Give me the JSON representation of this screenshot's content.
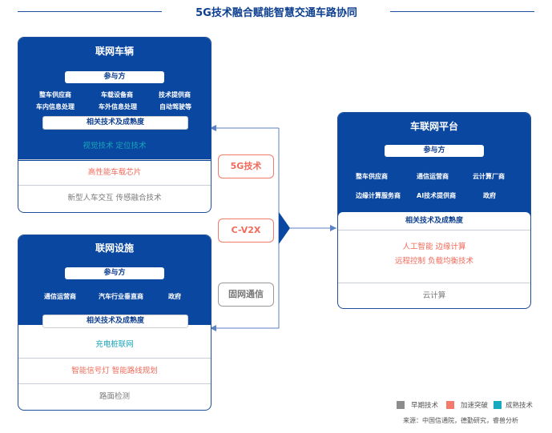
{
  "title": "5G技术融合赋能智慧交通车路协同",
  "vehicle": {
    "title": "联网车辆",
    "participants_label": "参与方",
    "roles": [
      "整车供应商",
      "车载设备商",
      "技术提供商",
      "车内信息处理",
      "车外信息处理",
      "自动驾驶等"
    ],
    "tech_label": "相关技术及成熟度",
    "rows": [
      {
        "text": "视觉技术  定位技术",
        "level": "mature"
      },
      {
        "text": "高性能车载芯片",
        "level": "accelerating"
      },
      {
        "text": "新型人车交互  传感融合技术",
        "level": "early"
      }
    ]
  },
  "infra": {
    "title": "联网设施",
    "participants_label": "参与方",
    "roles": [
      "通信运营商",
      "汽车行业垂直商",
      "政府"
    ],
    "tech_label": "相关技术及成熟度",
    "rows": [
      {
        "text": "充电桩联网",
        "level": "mature"
      },
      {
        "text": "智能信号灯  智能路线规划",
        "level": "accelerating"
      },
      {
        "text": "路面检测",
        "level": "early"
      }
    ]
  },
  "platform": {
    "title": "车联网平台",
    "participants_label": "参与方",
    "roles": [
      "整车供应商",
      "通信运营商",
      "云计算厂商",
      "边缘计算服务商",
      "AI技术提供商",
      "政府"
    ],
    "tech_label": "相关技术及成熟度",
    "rows": [
      {
        "text": "人工智能  边缘计算",
        "level": "accelerating"
      },
      {
        "text": "远程控制  负载均衡技术",
        "level": "accelerating"
      },
      {
        "text": "云计算",
        "level": "early"
      }
    ]
  },
  "connectors": [
    "5G技术",
    "C-V2X",
    "固网通信"
  ],
  "legend": [
    {
      "label": "早期技术",
      "color": "#8c8c8c"
    },
    {
      "label": "加速突破",
      "color": "#f47a6c"
    },
    {
      "label": "成熟技术",
      "color": "#17a9bd"
    }
  ],
  "source": "来源：中国信通院，德勤研究，睿兽分析"
}
